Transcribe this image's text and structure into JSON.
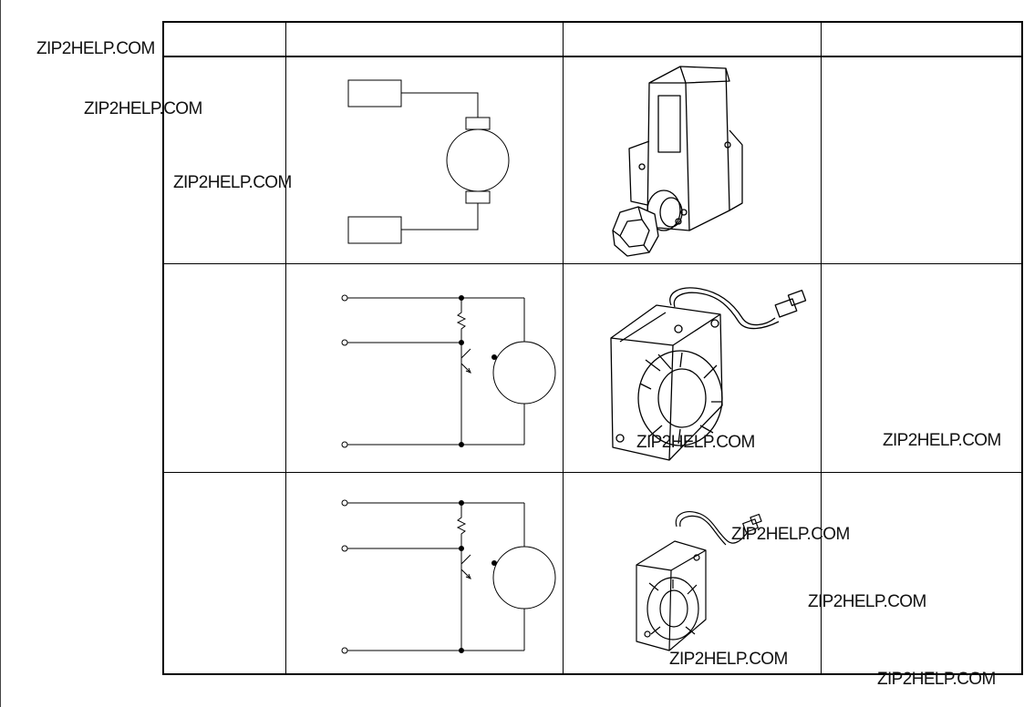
{
  "table": {
    "header": [
      "",
      "",
      "",
      ""
    ],
    "rows": [
      {
        "name": "",
        "diagram": "dc-motor-schematic",
        "image": "motor-unit-drawing",
        "notes": ""
      },
      {
        "name": "",
        "diagram": "fan-motor-schematic",
        "image": "cooling-fan-large-drawing",
        "notes": ""
      },
      {
        "name": "",
        "diagram": "fan-motor-schematic",
        "image": "cooling-fan-small-drawing",
        "notes": ""
      }
    ]
  },
  "watermarks": [
    "ZIP2HELP.COM",
    "ZIP2HELP.COM",
    "ZIP2HELP.COM",
    "ZIP2HELP.COM",
    "ZIP2HELP.COM",
    "ZIP2HELP.COM",
    "ZIP2HELP.COM",
    "ZIP2HELP.COM",
    "ZIP2HELP.COM"
  ],
  "colors": {
    "ink": "#000000",
    "paper": "#ffffff"
  }
}
